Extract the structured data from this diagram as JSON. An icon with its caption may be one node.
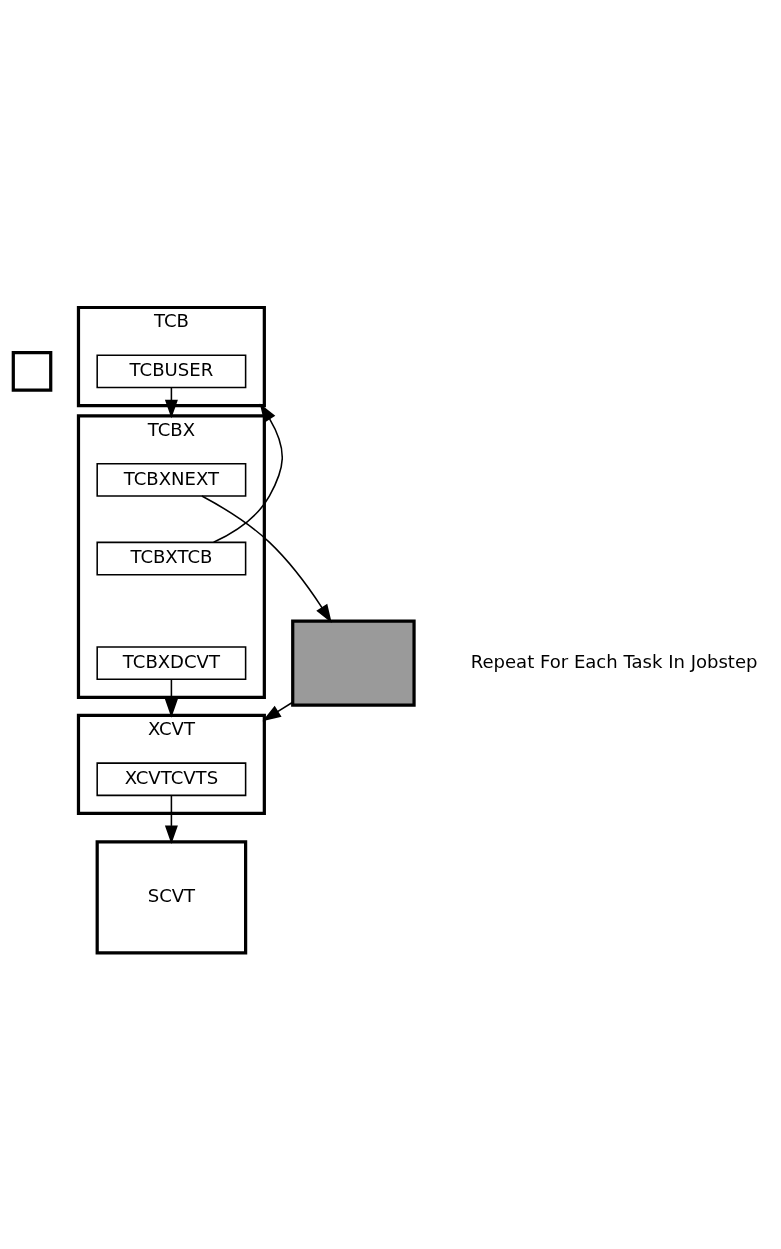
{
  "diagram": {
    "nodes": [
      {
        "text": [],
        "shape": "box"
      },
      {
        "text": [
          "TCB"
        ]
      },
      {
        "text": [
          "TCBUSER"
        ],
        "in": 1
      },
      {
        "text": [
          "TCBX"
        ]
      },
      {
        "text": [
          "TCBXNEXT"
        ],
        "in": 3
      },
      {
        "text": [
          "TCBXTCB"
        ],
        "in": 3
      },
      {
        "text": [
          "TCBXDCVT"
        ],
        "in": 3
      },
      {
        "text": [],
        "shape": "box"
      },
      {
        "text": [
          "XCVT"
        ]
      },
      {
        "text": [
          "XCVTCVTS"
        ],
        "in": 8
      },
      {
        "text": [
          "SCVT"
        ]
      }
    ],
    "edges": [
      {
        "from": 2,
        "to": 3,
        "arrow": "to"
      },
      {
        "from": 5,
        "to": 1,
        "arrow": "to"
      },
      {
        "from": 4,
        "to": 7,
        "arrow": "to"
      },
      {
        "from": 6,
        "to": 8,
        "arrow": "to"
      },
      {
        "from": 7,
        "to": 8,
        "arrow": "to"
      },
      {
        "from": 9,
        "to": 10,
        "arrow": "to"
      }
    ],
    "labels": [
      "Repeat For Each Task In Jobstep"
    ]
  }
}
